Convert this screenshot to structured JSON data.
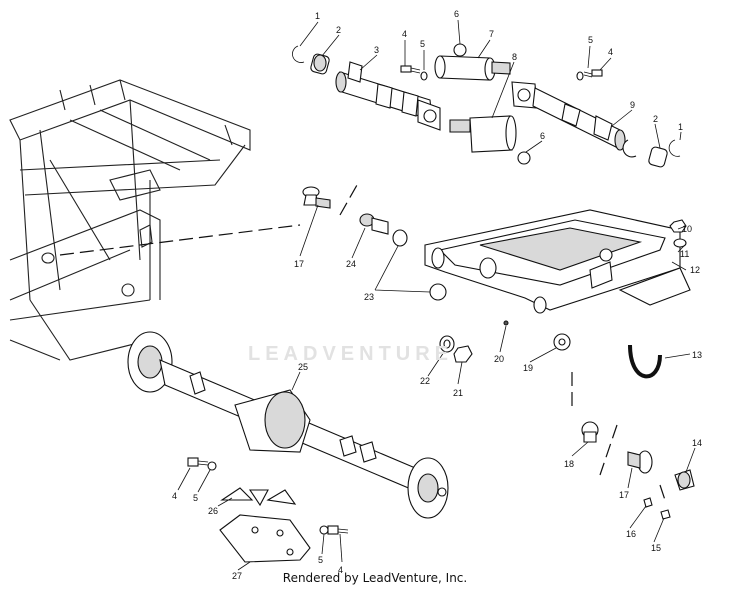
{
  "watermark": "LEADVENTURE",
  "credit": "Rendered by LeadVenture, Inc.",
  "callouts": [
    {
      "id": "c1a",
      "label": "1"
    },
    {
      "id": "c2a",
      "label": "2"
    },
    {
      "id": "c3",
      "label": "3"
    },
    {
      "id": "c4a",
      "label": "4"
    },
    {
      "id": "c5a",
      "label": "5"
    },
    {
      "id": "c6a",
      "label": "6"
    },
    {
      "id": "c7",
      "label": "7"
    },
    {
      "id": "c8",
      "label": "8"
    },
    {
      "id": "c5b",
      "label": "5"
    },
    {
      "id": "c4b",
      "label": "4"
    },
    {
      "id": "c9",
      "label": "9"
    },
    {
      "id": "c2b",
      "label": "2"
    },
    {
      "id": "c1b",
      "label": "1"
    },
    {
      "id": "c6b",
      "label": "6"
    },
    {
      "id": "c10",
      "label": "10"
    },
    {
      "id": "c11",
      "label": "11"
    },
    {
      "id": "c12",
      "label": "12"
    },
    {
      "id": "c13",
      "label": "13"
    },
    {
      "id": "c14",
      "label": "14"
    },
    {
      "id": "c15",
      "label": "15"
    },
    {
      "id": "c16",
      "label": "16"
    },
    {
      "id": "c17a",
      "label": "17"
    },
    {
      "id": "c17b",
      "label": "17"
    },
    {
      "id": "c18",
      "label": "18"
    },
    {
      "id": "c19",
      "label": "19"
    },
    {
      "id": "c20",
      "label": "20"
    },
    {
      "id": "c21",
      "label": "21"
    },
    {
      "id": "c22",
      "label": "22"
    },
    {
      "id": "c23",
      "label": "23"
    },
    {
      "id": "c24",
      "label": "24"
    },
    {
      "id": "c25",
      "label": "25"
    },
    {
      "id": "c26",
      "label": "26"
    },
    {
      "id": "c27",
      "label": "27"
    },
    {
      "id": "c4c",
      "label": "4"
    },
    {
      "id": "c5c",
      "label": "5"
    },
    {
      "id": "c4d",
      "label": "4"
    },
    {
      "id": "c5d",
      "label": "5"
    }
  ]
}
